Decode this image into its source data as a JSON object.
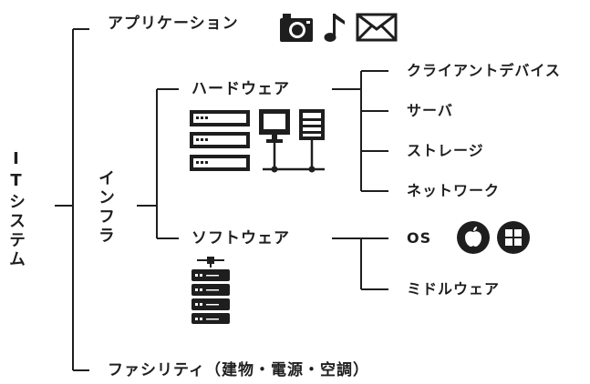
{
  "root": {
    "label": "ITシステム"
  },
  "branches": {
    "application": {
      "label": "アプリケーション",
      "icons": [
        "camera-icon",
        "music-note-icon",
        "mail-icon"
      ]
    },
    "infra": {
      "label": "インフラ"
    },
    "facility": {
      "label": "ファシリティ（建物・電源・空調）"
    }
  },
  "infra_children": {
    "hardware": {
      "label": "ハードウェア",
      "icon": "hardware-network-icon"
    },
    "software": {
      "label": "ソフトウェア",
      "icon": "server-stack-icon"
    }
  },
  "hardware_children": [
    {
      "label": "クライアントデバイス"
    },
    {
      "label": "サーバ"
    },
    {
      "label": "ストレージ"
    },
    {
      "label": "ネットワーク"
    }
  ],
  "software_children": [
    {
      "label": "OS",
      "icons": [
        "apple-icon",
        "windows-icon"
      ]
    },
    {
      "label": "ミドルウェア"
    }
  ],
  "colors": {
    "ink": "#1e1e1e",
    "background": "#ffffff"
  }
}
